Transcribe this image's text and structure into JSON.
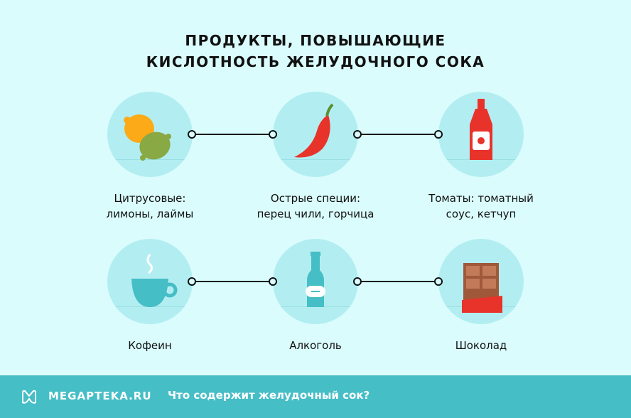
{
  "title": {
    "line1": "ПРОДУКТЫ, ПОВЫШАЮЩИЕ",
    "line2": "КИСЛОТНОСТЬ ЖЕЛУДОЧНОГО СОКА"
  },
  "items": [
    {
      "icon": "citrus-icon",
      "line1": "Цитрусовые:",
      "line2": "лимоны, лаймы"
    },
    {
      "icon": "chili-pepper-icon",
      "line1": "Острые специи:",
      "line2": "перец чили, горчица"
    },
    {
      "icon": "ketchup-icon",
      "line1": "Томаты: томатный",
      "line2": "соус, кетчуп"
    },
    {
      "icon": "coffee-cup-icon",
      "line1": "Кофеин",
      "line2": ""
    },
    {
      "icon": "bottle-icon",
      "line1": "Алкоголь",
      "line2": ""
    },
    {
      "icon": "chocolate-icon",
      "line1": "Шоколад",
      "line2": ""
    }
  ],
  "footer": {
    "brand": "MEGAPTEKA.RU",
    "link": "Что содержит желудочный сок?"
  },
  "colors": {
    "background": "#dafcfd",
    "circle": "#b2eef1",
    "footer": "#46bec6"
  }
}
